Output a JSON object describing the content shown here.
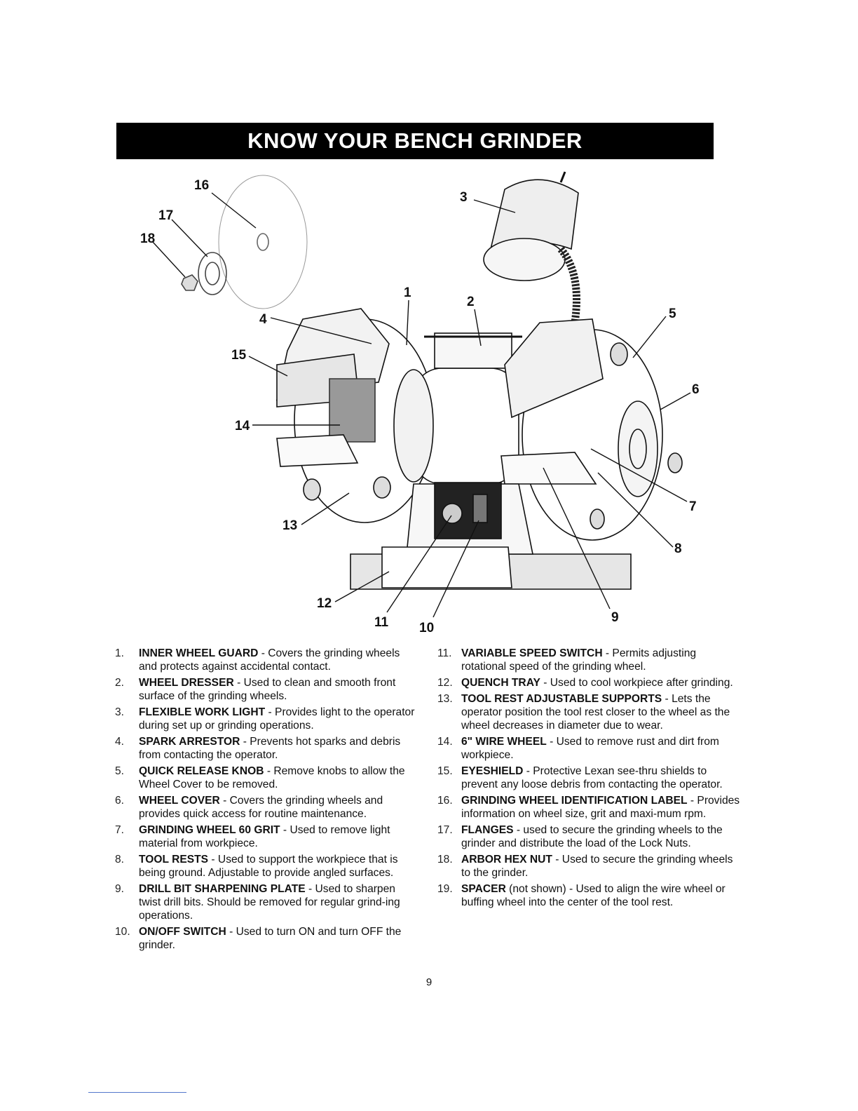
{
  "header": {
    "title": "KNOW YOUR BENCH GRINDER"
  },
  "figure": {
    "callouts": [
      "1",
      "2",
      "3",
      "4",
      "5",
      "6",
      "7",
      "8",
      "9",
      "10",
      "11",
      "12",
      "13",
      "14",
      "15",
      "16",
      "17",
      "18"
    ]
  },
  "parts_left": [
    {
      "num": "1.",
      "term": "INNER WHEEL GUARD",
      "desc": " - Covers the grinding wheels and protects against accidental contact."
    },
    {
      "num": "2.",
      "term": "WHEEL DRESSER",
      "desc": " - Used to clean and smooth front surface of the grinding wheels."
    },
    {
      "num": "3.",
      "term": "FLEXIBLE WORK LIGHT",
      "desc": " - Provides light to the operator during set up or grinding operations."
    },
    {
      "num": "4.",
      "term": "SPARK ARRESTOR",
      "desc": " - Prevents hot sparks and debris from contacting the operator."
    },
    {
      "num": "5.",
      "term": "QUICK RELEASE KNOB",
      "desc": " - Remove knobs to allow the Wheel Cover to be removed."
    },
    {
      "num": "6.",
      "term": "WHEEL COVER",
      "desc": " - Covers the grinding wheels and provides quick access for routine maintenance."
    },
    {
      "num": "7.",
      "term": "GRINDING WHEEL 60 GRIT",
      "desc": " - Used to remove light material from workpiece."
    },
    {
      "num": "8.",
      "term": "TOOL RESTS",
      "desc": " - Used to support the workpiece that is being ground. Adjustable to provide angled surfaces."
    },
    {
      "num": "9.",
      "term": "DRILL BIT SHARPENING PLATE",
      "desc": " - Used to sharpen twist drill bits. Should be removed for regular grind-ing operations."
    },
    {
      "num": "10.",
      "term": "ON/OFF SWITCH",
      "desc": " - Used to turn ON and turn OFF the grinder."
    }
  ],
  "parts_right": [
    {
      "num": "11.",
      "term": "VARIABLE SPEED SWITCH",
      "desc": " - Permits adjusting rotational speed of the grinding wheel."
    },
    {
      "num": "12.",
      "term": "QUENCH TRAY",
      "desc": " - Used to cool workpiece after grinding."
    },
    {
      "num": "13.",
      "term": "TOOL REST ADJUSTABLE SUPPORTS",
      "desc": " - Lets the operator position the tool rest closer to the wheel as the wheel decreases in diameter due to wear."
    },
    {
      "num": "14.",
      "term": "6\" WIRE WHEEL",
      "desc": " - Used to remove rust and dirt from workpiece."
    },
    {
      "num": "15.",
      "term": "EYESHIELD",
      "desc": " - Protective Lexan see-thru shields to prevent any loose debris from contacting the operator."
    },
    {
      "num": "16.",
      "term": "GRINDING WHEEL IDENTIFICATION LABEL",
      "desc": " - Provides information on wheel size, grit and maxi-mum rpm."
    },
    {
      "num": "17.",
      "term": "FLANGES",
      "desc": " - used to secure the grinding wheels to the grinder and distribute the load of the Lock Nuts."
    },
    {
      "num": "18.",
      "term": "ARBOR HEX NUT",
      "desc": " - Used to secure the grinding wheels to the grinder."
    },
    {
      "num": "19.",
      "term": "SPACER",
      "desc": " (not shown) - Used to align the wire wheel or buffing wheel into the center of the tool rest."
    }
  ],
  "footer": {
    "page_number": "9"
  }
}
